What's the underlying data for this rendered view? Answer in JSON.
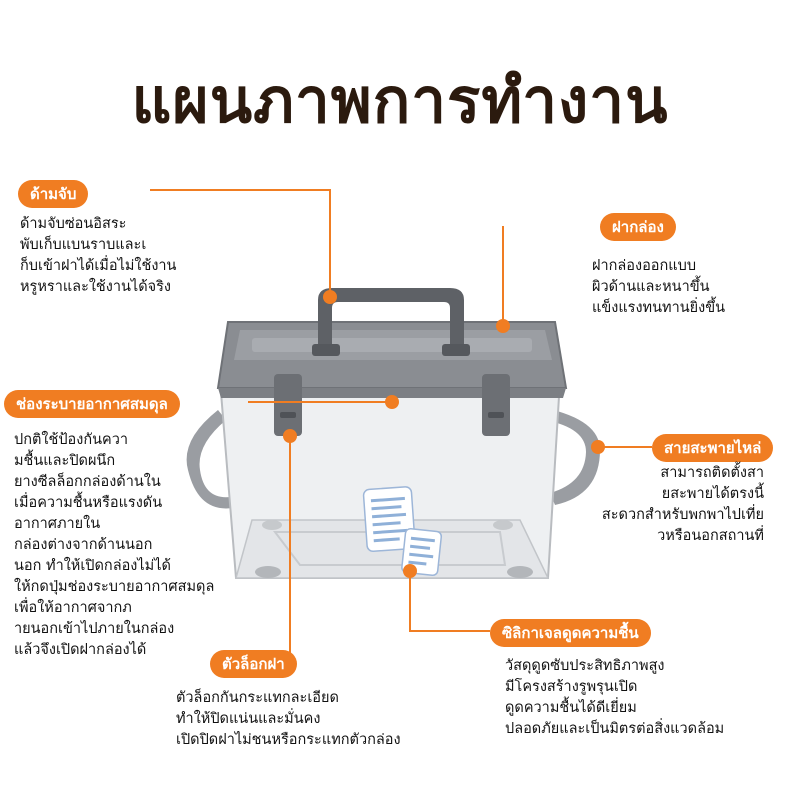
{
  "title": "แผนภาพการทำงาน",
  "colors": {
    "accent": "#f07d22",
    "title": "#2b1a0e",
    "box": "#8a8d92"
  },
  "labels": {
    "handle": {
      "badge": "ด้ามจับ",
      "lines": [
        "ด้ามจับซ่อนอิสระ",
        "พับเก็บแบนราบและเ",
        "ก็บเข้าฝาได้เมื่อไม่ใช้งาน",
        "หรูหราและใช้งานได้จริง"
      ]
    },
    "lid": {
      "badge": "ฝากล่อง",
      "lines": [
        "ฝากล่องออกแบบ",
        "ผิวด้านและหนาขึ้น",
        "แข็งแรงทนทานยิ่งขึ้น"
      ]
    },
    "vent": {
      "badge": "ช่องระบายอากาศสมดุล",
      "lines": [
        "ปกติใช้ป้องกันควา",
        "มชื้นและปิดผนึก",
        "ยางซีลล็อกกล่องด้านใน",
        "เมื่อความชื้นหรือแรงดัน",
        "อากาศภายใน",
        "กล่องต่างจากด้านนอก",
        "นอก ทำให้เปิดกล่องไม่ได้",
        "ให้กดปุ่มช่องระบายอากาศสมดุล",
        "เพื่อให้อากาศจากภ",
        "ายนอกเข้าไปภายในกล่อง",
        "แล้วจึงเปิดฝากล่องได้"
      ]
    },
    "strap": {
      "badge": "สายสะพายไหล่",
      "lines": [
        "สามารถติดตั้งสา",
        "ยสะพายได้ตรงนี้",
        "สะดวกสำหรับพกพาไปเที่ย",
        "วหรือนอกสถานที่"
      ]
    },
    "lock": {
      "badge": "ตัวล็อกฝา",
      "lines": [
        "ตัวล็อกกันกระแทกละเอียด",
        "ทำให้ปิดแน่นและมั่นคง",
        "เปิดปิดฝาไม่ชนหรือกระแทกตัวกล่อง"
      ]
    },
    "silica": {
      "badge": "ซิลิกาเจลดูดความชื้น",
      "lines": [
        "วัสดุดูดซับประสิทธิภาพสูง",
        "มีโครงสร้างรูพรุนเปิด",
        "ดูดความชื้นได้ดีเยี่ยม",
        "ปลอดภัยและเป็นมิตรต่อสิ่งแวดล้อม"
      ]
    }
  }
}
